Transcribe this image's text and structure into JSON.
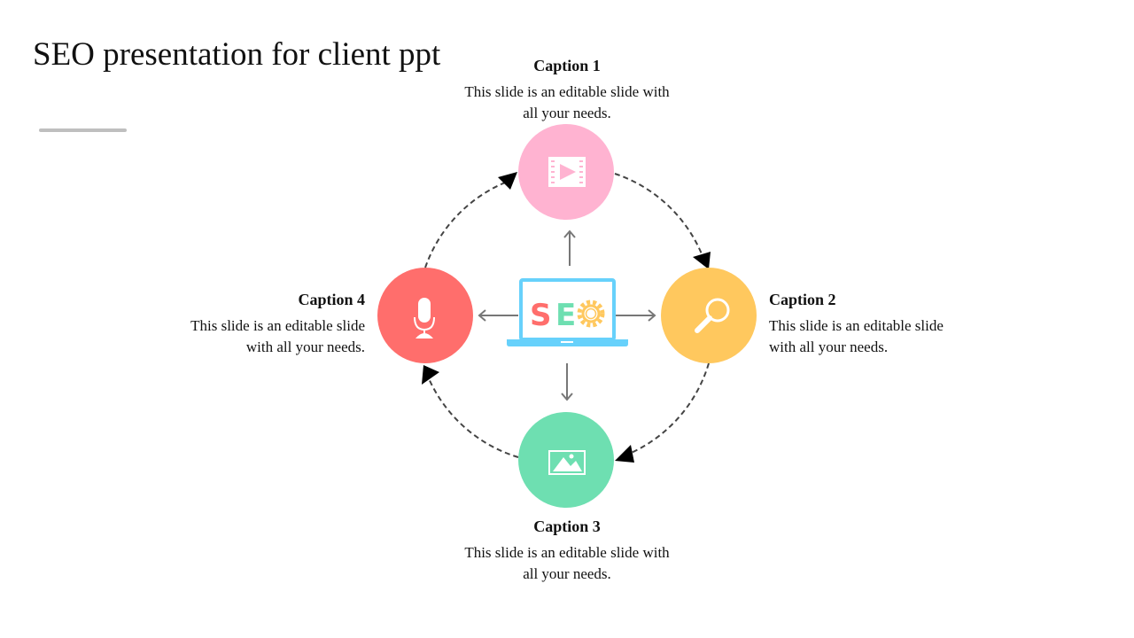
{
  "title": "SEO presentation for client ppt",
  "center": {
    "label_s": "S",
    "label_e": "E",
    "icon": "laptop-seo-gear-icon"
  },
  "captions": [
    {
      "title": "Caption 1",
      "text": "This slide is an editable slide with all your needs.",
      "icon": "video-icon",
      "color": "#FFB3D1"
    },
    {
      "title": "Caption 2",
      "text": "This slide is an editable slide with all your needs.",
      "icon": "magnifier-icon",
      "color": "#FFC85E"
    },
    {
      "title": "Caption 3",
      "text": "This slide is an editable slide with all your needs.",
      "icon": "image-icon",
      "color": "#6EDFB1"
    },
    {
      "title": "Caption 4",
      "text": "This slide is an editable slide with all your needs.",
      "icon": "microphone-icon",
      "color": "#FF6E6C"
    }
  ]
}
